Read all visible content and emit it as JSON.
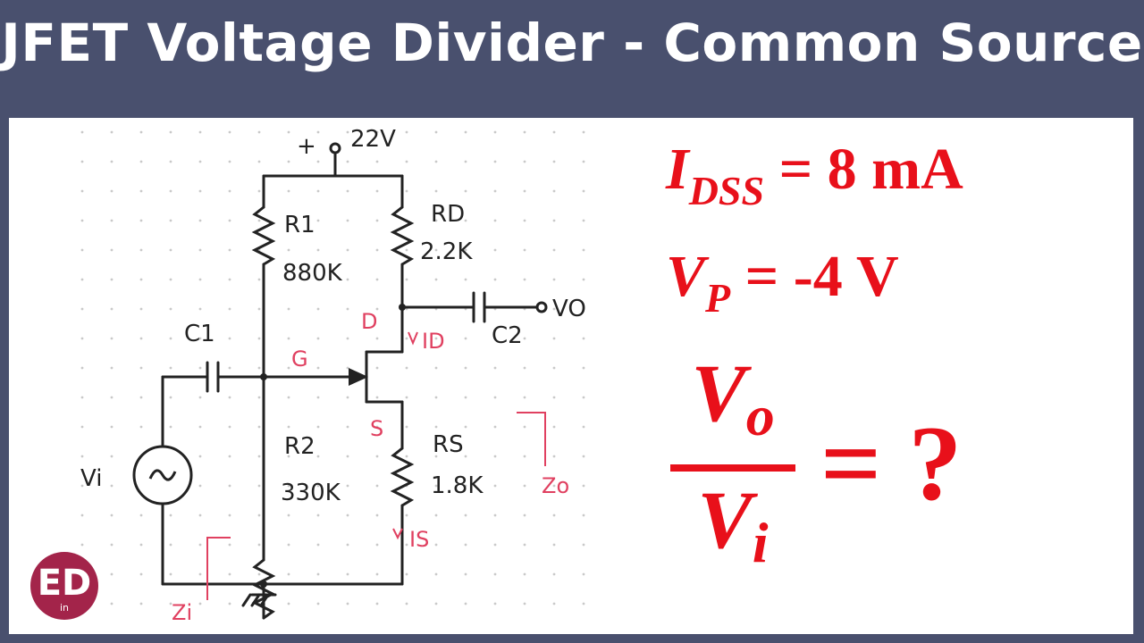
{
  "title": "JFET Voltage Divider - Common Source",
  "circuit": {
    "supply": "+",
    "supply_voltage": "22V",
    "r1_name": "R1",
    "r1_value": "880K",
    "rd_name": "RD",
    "rd_value": "2.2K",
    "r2_name": "R2",
    "r2_value": "330K",
    "rs_name": "RS",
    "rs_value": "1.8K",
    "c1_name": "C1",
    "c2_name": "C2",
    "vo_label": "VO",
    "vi_label": "Vi",
    "gate": "G",
    "drain": "D",
    "source": "S",
    "id_label": "ID",
    "is_label": "IS",
    "zi_label": "Zi",
    "zo_label": "Zo"
  },
  "given": {
    "idss_var": "I",
    "idss_sub": "DSS",
    "idss_value": "= 8 mA",
    "vp_var": "V",
    "vp_sub": "P",
    "vp_value": "= -4 V"
  },
  "question": {
    "num_var": "V",
    "num_sub": "o",
    "den_var": "V",
    "den_sub": "i",
    "rhs": "= ?"
  },
  "logo": {
    "mark": "ED",
    "sub": "in"
  },
  "colors": {
    "frame": "#49506e",
    "accent_red": "#e8101a",
    "annotation_pink": "#e04060"
  }
}
